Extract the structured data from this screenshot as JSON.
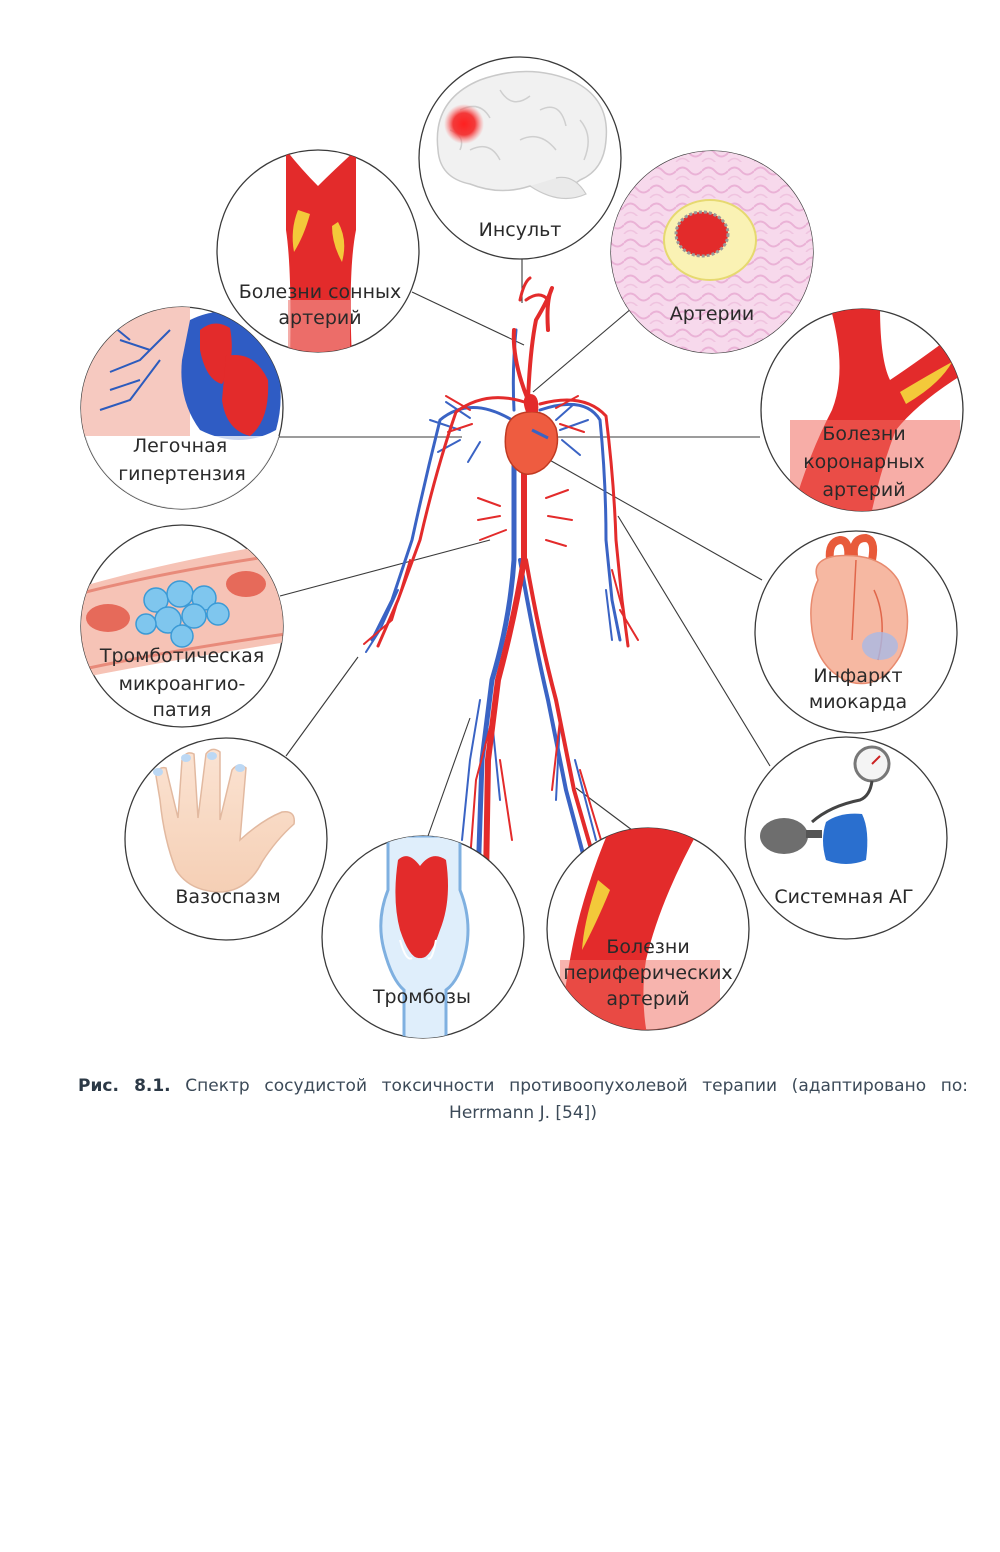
{
  "figure": {
    "labels": {
      "stroke": "Инсульт",
      "carotid": [
        "Болезни сонных",
        "артерий"
      ],
      "arteries": "Артерии",
      "pulmonary": [
        "Легочная",
        "гипертензия"
      ],
      "coronary": [
        "Болезни",
        "коронарных",
        "артерий"
      ],
      "microangiopathy": [
        "Тромботическая",
        "микроангио-",
        "патия"
      ],
      "infarction": [
        "Инфаркт",
        "миокарда"
      ],
      "vasospasm": "Вазоспазм",
      "hypertension": "Системная АГ",
      "thrombosis": "Тромбозы",
      "peripheral": [
        "Болезни",
        "периферических",
        "артерий"
      ]
    },
    "colors": {
      "artery": "#e32b2b",
      "vein": "#3a63c4",
      "plaque": "#f3c93a",
      "outline": "#3a3a3a"
    }
  },
  "caption": {
    "label": "Рис. 8.1.",
    "text": "Спектр сосудистой токсичности противоопухолевой терапии (адаптировано по: Herrmann J. [54])"
  }
}
